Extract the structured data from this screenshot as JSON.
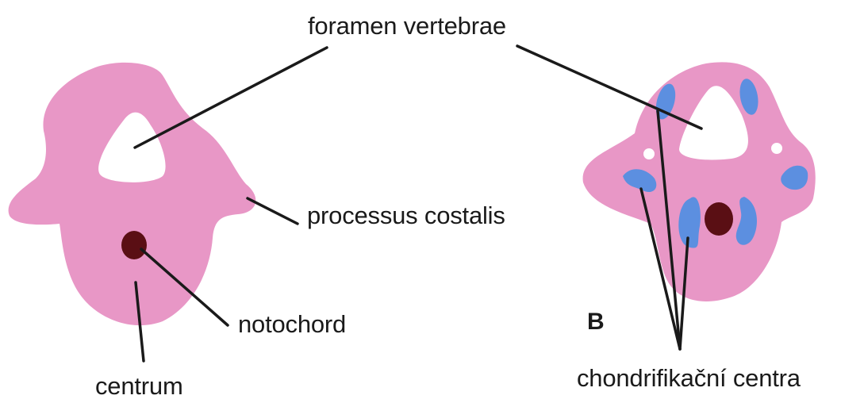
{
  "labels": {
    "foramen_vertebrae": "foramen vertebrae",
    "processus_costalis": "processus costalis",
    "notochord": "notochord",
    "centrum": "centrum",
    "chondrification_centers": "chondrifikační centra",
    "panel_b": "B"
  },
  "colors": {
    "vertebra_fill": "#e897c6",
    "notochord_fill": "#5a0f14",
    "chondrification_centers_fill": "#5c8fe0",
    "line": "#1a1a1a"
  }
}
